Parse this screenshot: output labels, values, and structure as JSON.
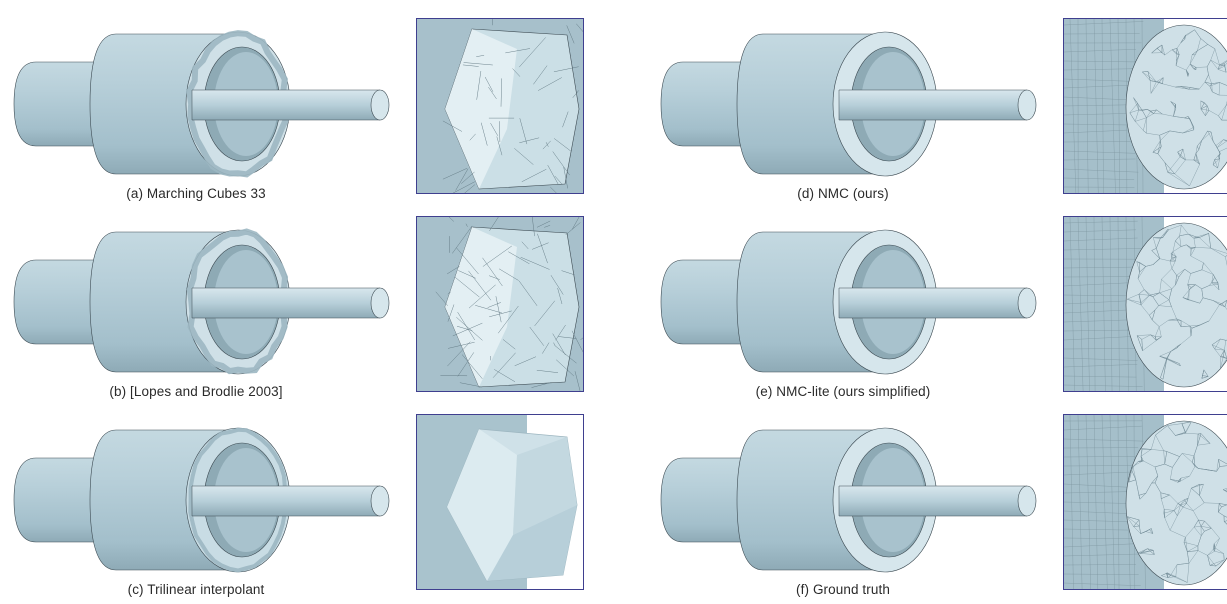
{
  "figure": {
    "panels": [
      {
        "id": "a",
        "caption": "(a) Marching Cubes 33",
        "ring": "bumpy",
        "zoom": "faceted"
      },
      {
        "id": "b",
        "caption": "(b) [Lopes and Brodlie 2003]",
        "ring": "bumpy",
        "zoom": "faceted-dense"
      },
      {
        "id": "c",
        "caption": "(c) Trilinear interpolant",
        "ring": "rounded",
        "zoom": "smooth-coarse"
      },
      {
        "id": "d",
        "caption": "(d) NMC (ours)",
        "ring": "sharp",
        "zoom": "fine-mesh"
      },
      {
        "id": "e",
        "caption": "(e) NMC-lite (ours simplified)",
        "ring": "sharp",
        "zoom": "fine-mesh"
      },
      {
        "id": "f",
        "caption": "(f) Ground truth",
        "ring": "sharp",
        "zoom": "fine-mesh"
      }
    ],
    "colors": {
      "surface": "#b7cfd9",
      "surface_light": "#d6e6ec",
      "surface_dark": "#8eaab6",
      "edge": "#3c4a52",
      "frame": "#3f3f8f"
    }
  }
}
